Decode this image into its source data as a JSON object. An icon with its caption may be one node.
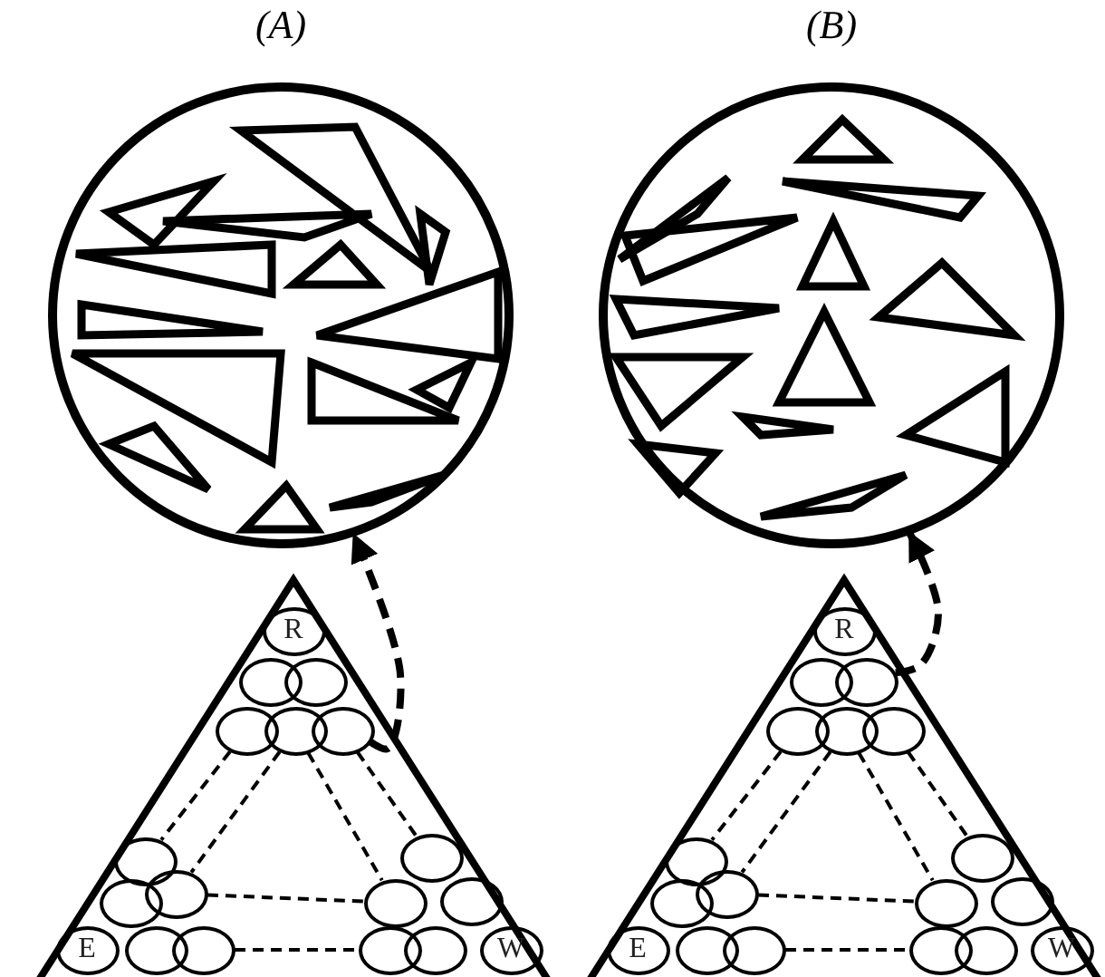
{
  "diagram": {
    "nodes": [
      {
        "text": [
          "(A)"
        ]
      },
      {
        "text": [
          "(B)"
        ]
      },
      {
        "text": [],
        "shape": "triangle"
      },
      {
        "text": [
          "R"
        ],
        "in": 2
      },
      {
        "text": [],
        "shape": "ellipse",
        "in": 2
      },
      {
        "text": [],
        "shape": "ellipse",
        "in": 2
      },
      {
        "text": [],
        "shape": "ellipse",
        "in": 2
      },
      {
        "text": [],
        "shape": "ellipse",
        "in": 2
      },
      {
        "text": [],
        "shape": "ellipse",
        "in": 2
      },
      {
        "text": [],
        "shape": "ellipse",
        "in": 2
      },
      {
        "text": [],
        "shape": "ellipse",
        "in": 2
      },
      {
        "text": [],
        "shape": "ellipse",
        "in": 2
      },
      {
        "text": [],
        "shape": "ellipse",
        "in": 2
      },
      {
        "text": [],
        "shape": "ellipse",
        "in": 2
      },
      {
        "text": [],
        "shape": "ellipse",
        "in": 2
      },
      {
        "text": [
          "E"
        ],
        "in": 2
      },
      {
        "text": [],
        "shape": "ellipse",
        "in": 2
      },
      {
        "text": [],
        "shape": "ellipse",
        "in": 2
      },
      {
        "text": [],
        "shape": "ellipse",
        "in": 2
      },
      {
        "text": [],
        "shape": "ellipse",
        "in": 2
      },
      {
        "text": [
          "W"
        ],
        "in": 2
      },
      {
        "text": [],
        "shape": "triangle"
      },
      {
        "text": [
          "R"
        ],
        "in": 21
      },
      {
        "text": [],
        "shape": "ellipse",
        "in": 21
      },
      {
        "text": [],
        "shape": "ellipse",
        "in": 21
      },
      {
        "text": [],
        "shape": "ellipse",
        "in": 21
      },
      {
        "text": [],
        "shape": "ellipse",
        "in": 21
      },
      {
        "text": [],
        "shape": "ellipse",
        "in": 21
      },
      {
        "text": [],
        "shape": "ellipse",
        "in": 21
      },
      {
        "text": [],
        "shape": "ellipse",
        "in": 21
      },
      {
        "text": [],
        "shape": "ellipse",
        "in": 21
      },
      {
        "text": [],
        "shape": "ellipse",
        "in": 21
      },
      {
        "text": [],
        "shape": "ellipse",
        "in": 21
      },
      {
        "text": [],
        "shape": "ellipse",
        "in": 21
      },
      {
        "text": [
          "E"
        ],
        "in": 21
      },
      {
        "text": [],
        "shape": "ellipse",
        "in": 21
      },
      {
        "text": [],
        "shape": "ellipse",
        "in": 21
      },
      {
        "text": [],
        "shape": "ellipse",
        "in": 21
      },
      {
        "text": [],
        "shape": "ellipse",
        "in": 21
      },
      {
        "text": [
          "W"
        ],
        "in": 21
      }
    ],
    "edges": [
      {
        "from": 8,
        "to": 0,
        "arrow": "to",
        "style": "dashed"
      },
      {
        "from": 24,
        "to": 1,
        "arrow": "to",
        "style": "dashed"
      },
      {
        "from": 6,
        "to": 9,
        "arrow": "none",
        "style": "dashed"
      },
      {
        "from": 7,
        "to": 12,
        "arrow": "none",
        "style": "dashed"
      },
      {
        "from": 8,
        "to": 10,
        "arrow": "none",
        "style": "dashed"
      },
      {
        "from": 7,
        "to": 13,
        "arrow": "none",
        "style": "dashed"
      },
      {
        "from": 12,
        "to": 13,
        "arrow": "none",
        "style": "dashed"
      },
      {
        "from": 17,
        "to": 18,
        "arrow": "none",
        "style": "dashed"
      },
      {
        "from": 25,
        "to": 28,
        "arrow": "none",
        "style": "dashed"
      },
      {
        "from": 26,
        "to": 31,
        "arrow": "none",
        "style": "dashed"
      },
      {
        "from": 27,
        "to": 29,
        "arrow": "none",
        "style": "dashed"
      },
      {
        "from": 26,
        "to": 32,
        "arrow": "none",
        "style": "dashed"
      },
      {
        "from": 31,
        "to": 32,
        "arrow": "none",
        "style": "dashed"
      },
      {
        "from": 36,
        "to": 37,
        "arrow": "none",
        "style": "dashed"
      }
    ]
  }
}
